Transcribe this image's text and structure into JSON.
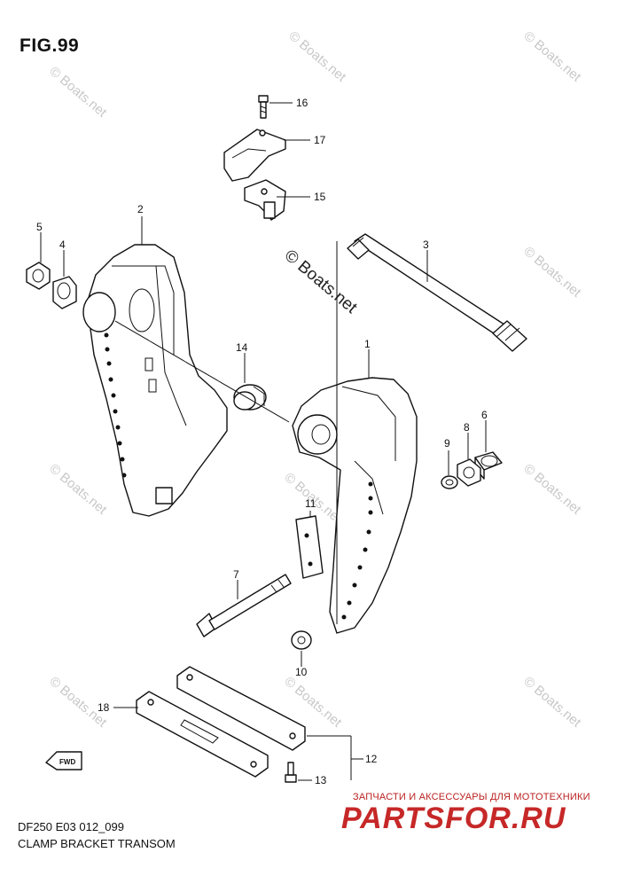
{
  "figure": {
    "title": "FIG.99",
    "model_code": "DF250 E03 012_099",
    "name": "CLAMP BRACKET TRANSOM"
  },
  "watermark": {
    "text": "© Boats.net",
    "color": "#c8c8c8"
  },
  "direction_label": "FWD",
  "callouts": [
    {
      "id": "c1",
      "label": "1"
    },
    {
      "id": "c2",
      "label": "2"
    },
    {
      "id": "c3",
      "label": "3"
    },
    {
      "id": "c4",
      "label": "4"
    },
    {
      "id": "c5",
      "label": "5"
    },
    {
      "id": "c6",
      "label": "6"
    },
    {
      "id": "c7",
      "label": "7"
    },
    {
      "id": "c8",
      "label": "8"
    },
    {
      "id": "c9",
      "label": "9"
    },
    {
      "id": "c10",
      "label": "10"
    },
    {
      "id": "c11",
      "label": "11"
    },
    {
      "id": "c12",
      "label": "12"
    },
    {
      "id": "c13",
      "label": "13"
    },
    {
      "id": "c14",
      "label": "14"
    },
    {
      "id": "c15",
      "label": "15"
    },
    {
      "id": "c16",
      "label": "16"
    },
    {
      "id": "c17",
      "label": "17"
    },
    {
      "id": "c18",
      "label": "18"
    }
  ],
  "brand": {
    "tagline": "ЗАПЧАСТИ И АКСЕССУАРЫ ДЛЯ МОТОТЕХНИКИ",
    "logo": "PARTSFOR.RU",
    "color": "#c62828"
  }
}
